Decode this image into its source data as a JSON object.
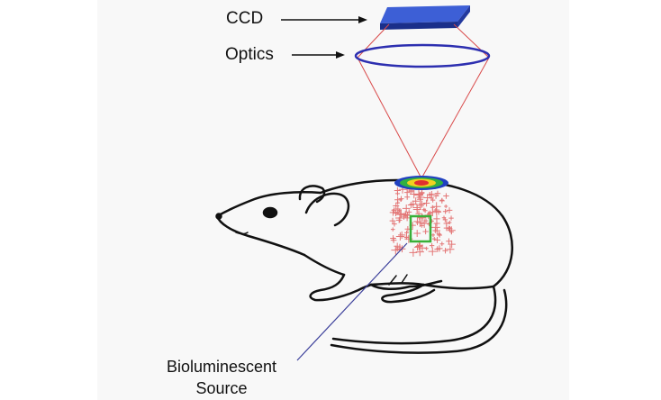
{
  "labels": {
    "ccd": "CCD",
    "optics": "Optics",
    "source_line1": "Bioluminescent",
    "source_line2": "Source"
  },
  "colors": {
    "ccd_block": "#1f3fa8",
    "optics_lens": "#2d2fb0",
    "light_cone": "#d94a4a",
    "source_pointer": "#3b3f9a",
    "arrows": "#111111",
    "mouse_outline": "#111111",
    "signal_hot": "#e03030",
    "signal_mid": "#f2d020",
    "signal_low": "#30b040",
    "signal_ring": "#2040c0",
    "scatter": "#e06060",
    "source_marker": "#38b038"
  },
  "icons": {
    "camera": "ccd-block-icon",
    "lens": "optics-lens-icon",
    "subject": "mouse-outline-icon"
  }
}
